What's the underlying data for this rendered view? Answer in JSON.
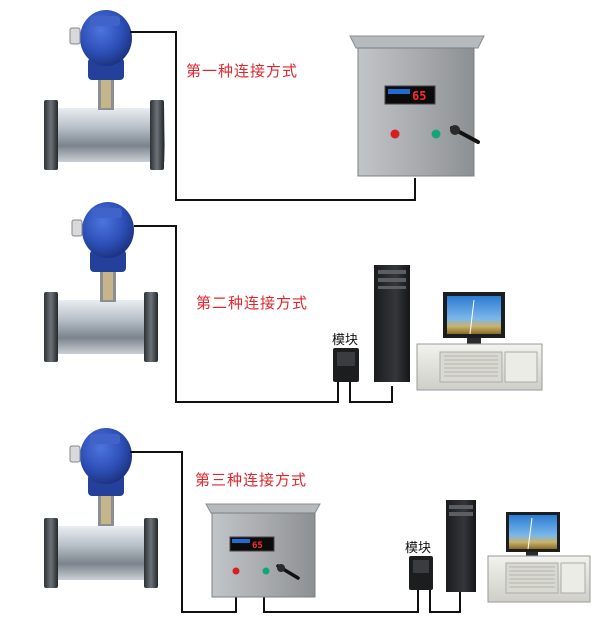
{
  "sections": [
    {
      "title": "第一种连接方式"
    },
    {
      "title": "第二种连接方式",
      "module_label": "模块"
    },
    {
      "title": "第三种连接方式",
      "module_label": "模块"
    }
  ],
  "display_reading": "65",
  "colors": {
    "title_red": "#e0262c",
    "cable": "#111111",
    "transmitter_blue": "#2c4fb6",
    "cabinet_gray": "#a9acaf",
    "pipe_steel": "#9aa2ab"
  }
}
